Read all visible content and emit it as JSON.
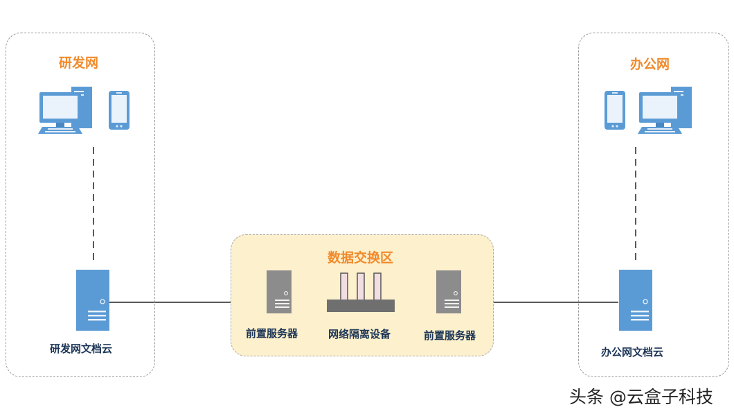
{
  "zones": {
    "left": {
      "title": "研发网",
      "server_label": "研发网文档云"
    },
    "right": {
      "title": "办公网",
      "server_label": "办公网文档云"
    },
    "center": {
      "title": "数据交换区",
      "front_server_left_label": "前置服务器",
      "isolation_label": "网络隔离设备",
      "front_server_right_label": "前置服务器"
    }
  },
  "watermark": "头条 @云盒子科技",
  "colors": {
    "zone_title": "#f08a2c",
    "label": "#1c3556",
    "device_blue": "#5b9bd5",
    "server_gray": "#8c8c8c",
    "exchange_fill": "#fdf0cc",
    "isolation_pillar": "#f2dde3"
  },
  "icons": [
    "desktop-computer-icon",
    "mobile-phone-icon",
    "server-icon",
    "network-isolation-device-icon"
  ]
}
